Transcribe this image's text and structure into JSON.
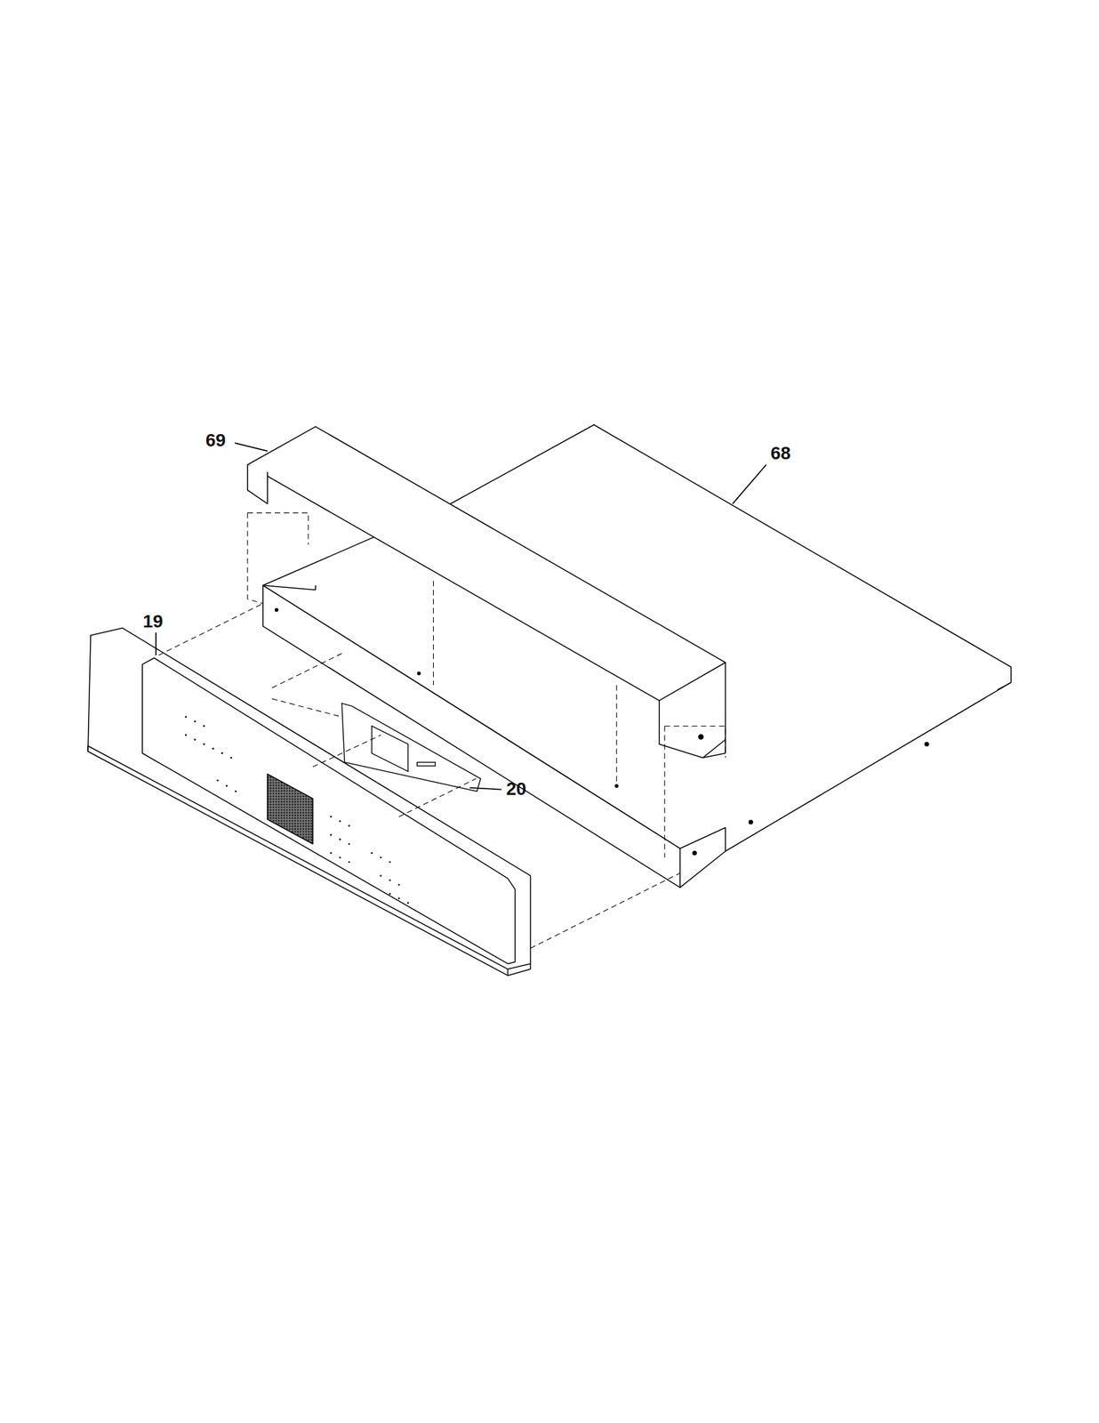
{
  "diagram": {
    "labels": [
      "69",
      "68",
      "19",
      "20"
    ]
  }
}
